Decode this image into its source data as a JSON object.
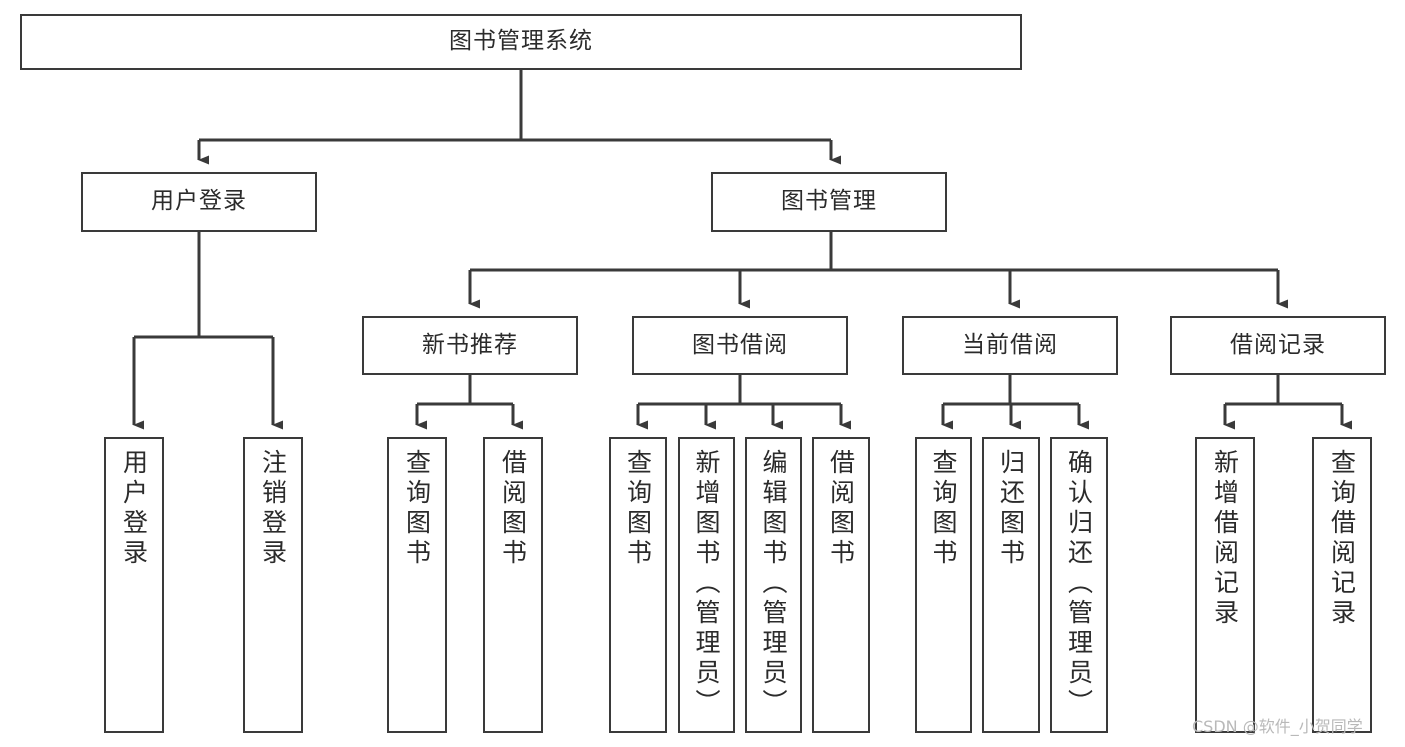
{
  "diagram": {
    "title": "图书管理系统",
    "type": "tree-hierarchy",
    "orientation": "top-down",
    "stroke_color": "#3a3a3a",
    "fill_color": "#ffffff",
    "text_color": "#2b2b2b"
  },
  "nodes": {
    "root": {
      "label": "图书管理系统"
    },
    "level2": [
      {
        "label": "用户登录"
      },
      {
        "label": "图书管理"
      }
    ],
    "level3": [
      {
        "label": "新书推荐"
      },
      {
        "label": "图书借阅"
      },
      {
        "label": "当前借阅"
      },
      {
        "label": "借阅记录"
      }
    ],
    "leaves": {
      "user_login": [
        {
          "label": "用户登录"
        },
        {
          "label": "注销登录"
        }
      ],
      "new_book_recommend": [
        {
          "label": "查询图书"
        },
        {
          "label": "借阅图书"
        }
      ],
      "book_borrow": [
        {
          "label": "查询图书"
        },
        {
          "label": "新增图书（管理员）"
        },
        {
          "label": "编辑图书（管理员）"
        },
        {
          "label": "借阅图书"
        }
      ],
      "current_borrow": [
        {
          "label": "查询图书"
        },
        {
          "label": "归还图书"
        },
        {
          "label": "确认归还（管理员）"
        }
      ],
      "borrow_record": [
        {
          "label": "新增借阅记录"
        },
        {
          "label": "查询借阅记录"
        }
      ]
    }
  },
  "watermark": {
    "text": "CSDN @软件_小贺同学"
  }
}
